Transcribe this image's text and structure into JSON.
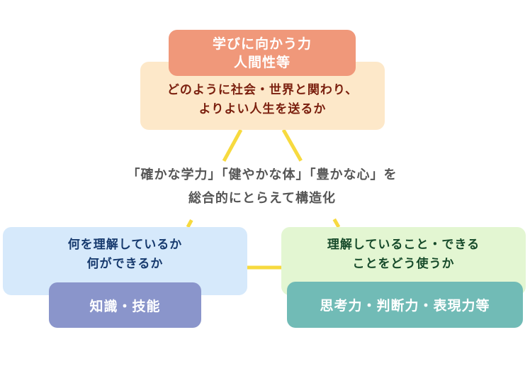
{
  "top": {
    "title_lines": [
      "学びに向かう力",
      "人間性等"
    ],
    "desc_lines": [
      "どのように社会・世界と関わり、",
      "よりよい人生を送るか"
    ]
  },
  "center": {
    "lines": [
      "「確かな学力」「健やかな体」「豊かな心」を",
      "総合的にとらえて構造化"
    ]
  },
  "left": {
    "desc_lines": [
      "何を理解しているか",
      "何ができるか"
    ],
    "title": "知識・技能"
  },
  "right": {
    "desc_lines": [
      "理解していること・できる",
      "ことをどう使うか"
    ],
    "title": "思考力・判断力・表現力等"
  },
  "colors": {
    "connector": "#f7da3f",
    "top_title_bg": "#f0987a",
    "top_desc_bg": "#fde8c9",
    "left_desc_bg": "#d6e9fb",
    "left_title_bg": "#8a95cb",
    "right_desc_bg": "#e3f6d2",
    "right_title_bg": "#71bbb6"
  }
}
